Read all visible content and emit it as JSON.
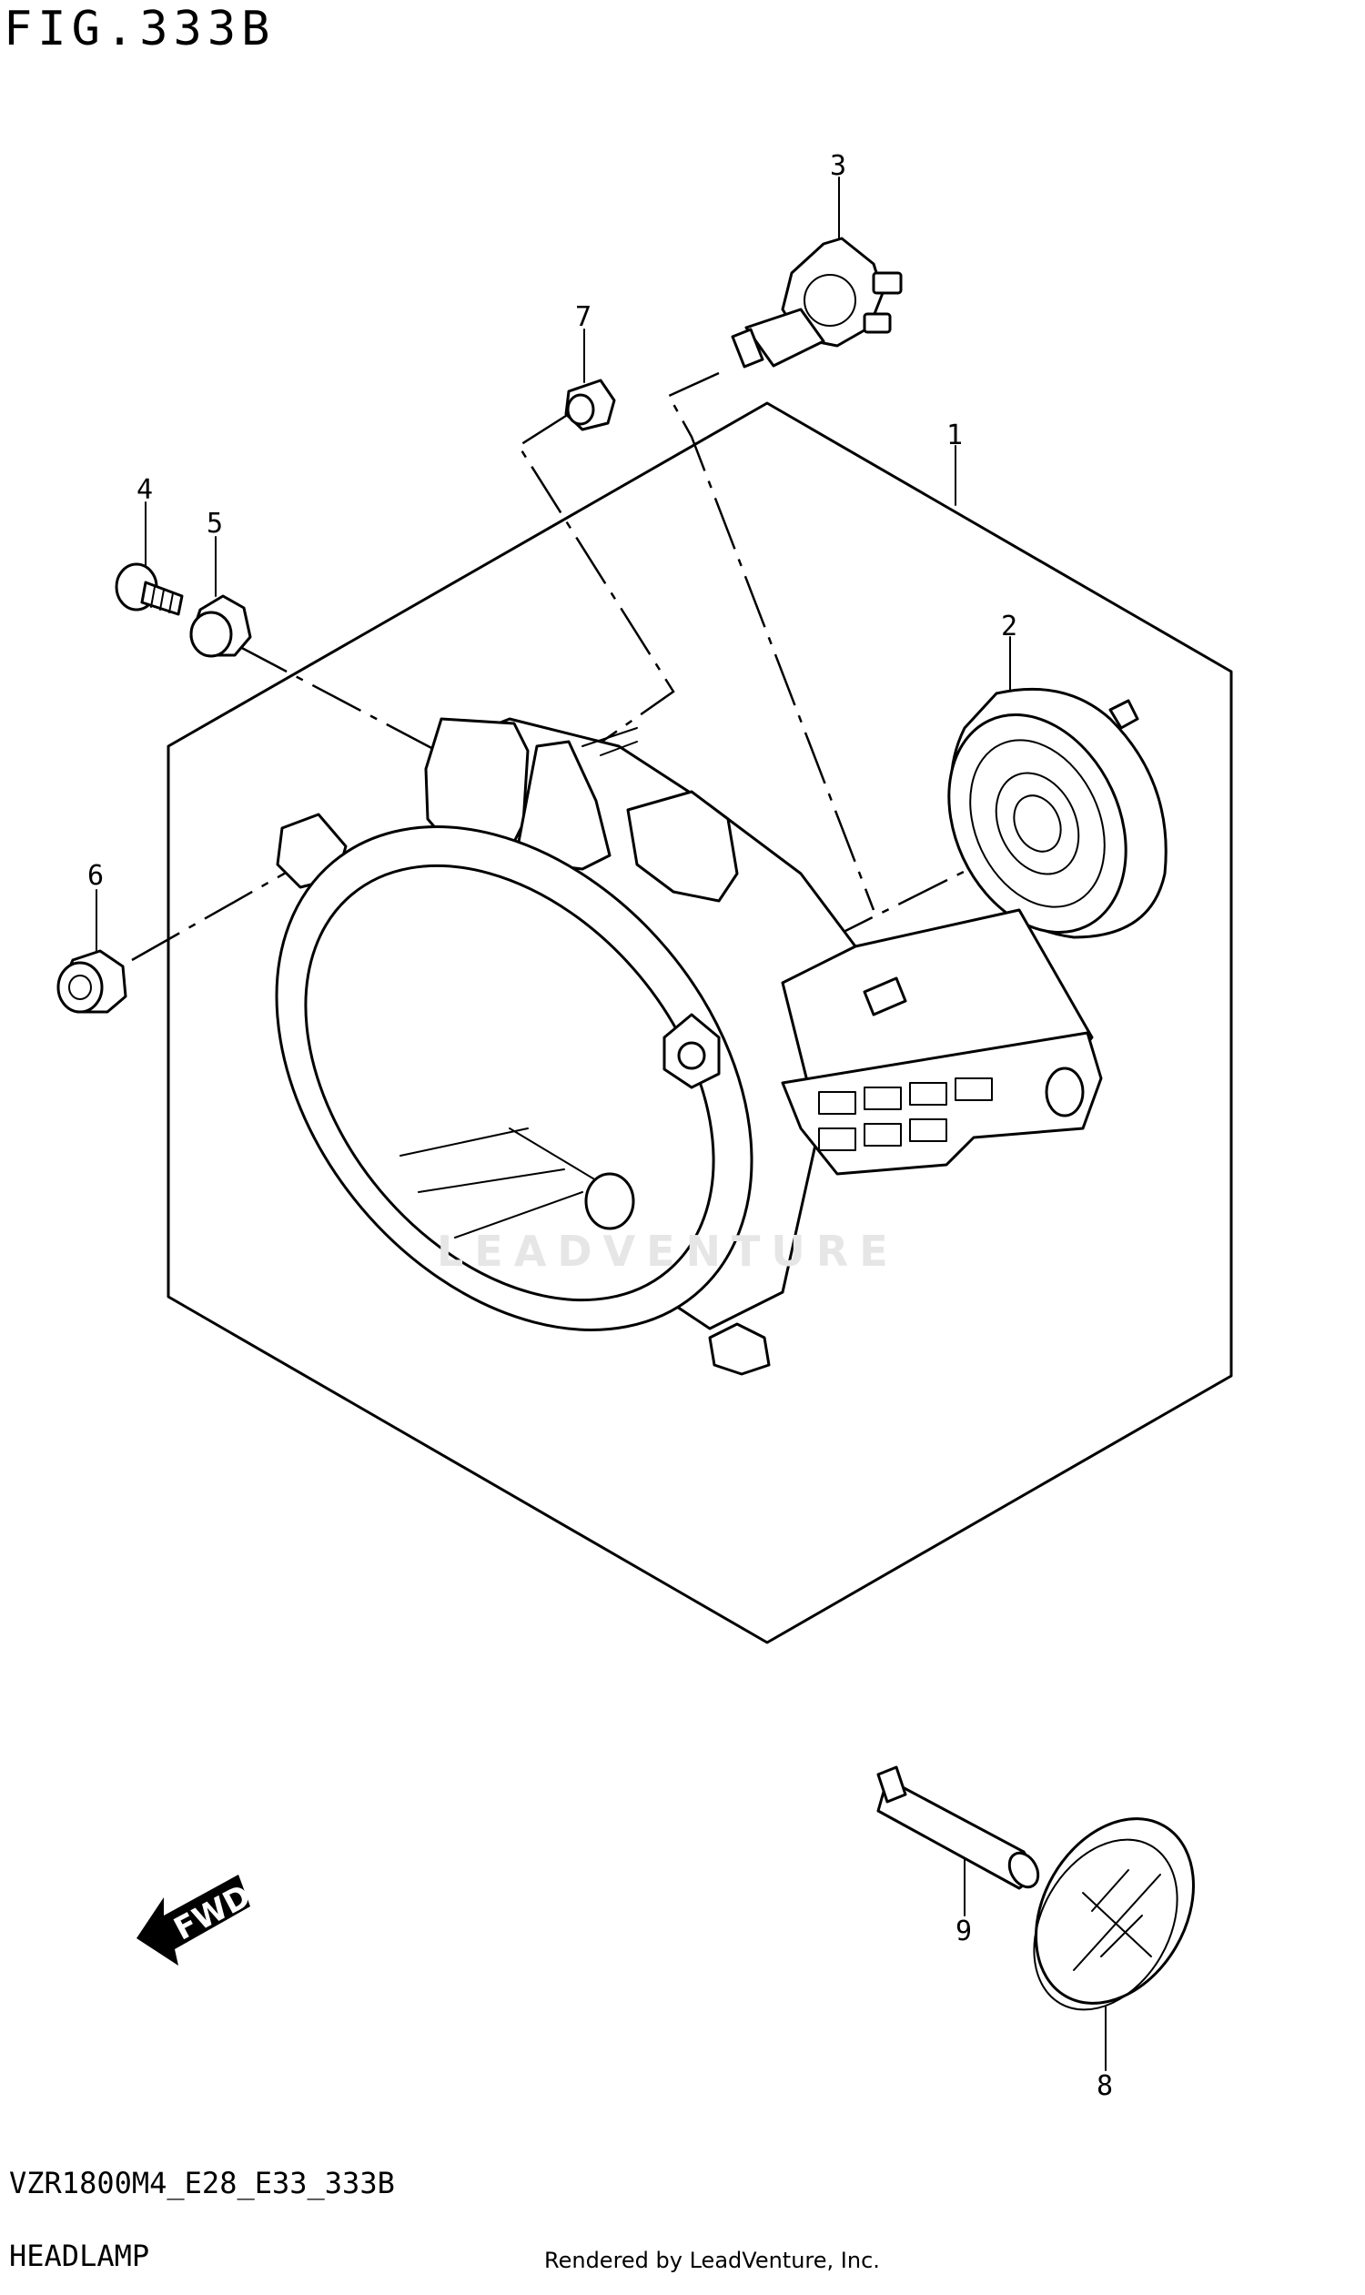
{
  "figure": {
    "title": "FIG.333B",
    "model_code": "VZR1800M4_E28_E33_333B",
    "section_name": "HEADLAMP",
    "rendered_by": "Rendered by LeadVenture, Inc.",
    "watermark": "LEADVENTURE",
    "fwd_label": "FWD"
  },
  "callouts": [
    {
      "id": "1",
      "label": "1"
    },
    {
      "id": "2",
      "label": "2"
    },
    {
      "id": "3",
      "label": "3"
    },
    {
      "id": "4",
      "label": "4"
    },
    {
      "id": "5",
      "label": "5"
    },
    {
      "id": "6",
      "label": "6"
    },
    {
      "id": "7",
      "label": "7"
    },
    {
      "id": "8",
      "label": "8"
    },
    {
      "id": "9",
      "label": "9"
    }
  ],
  "colors": {
    "line": "#000000",
    "background": "#ffffff",
    "watermark": "#e6e6e6"
  }
}
